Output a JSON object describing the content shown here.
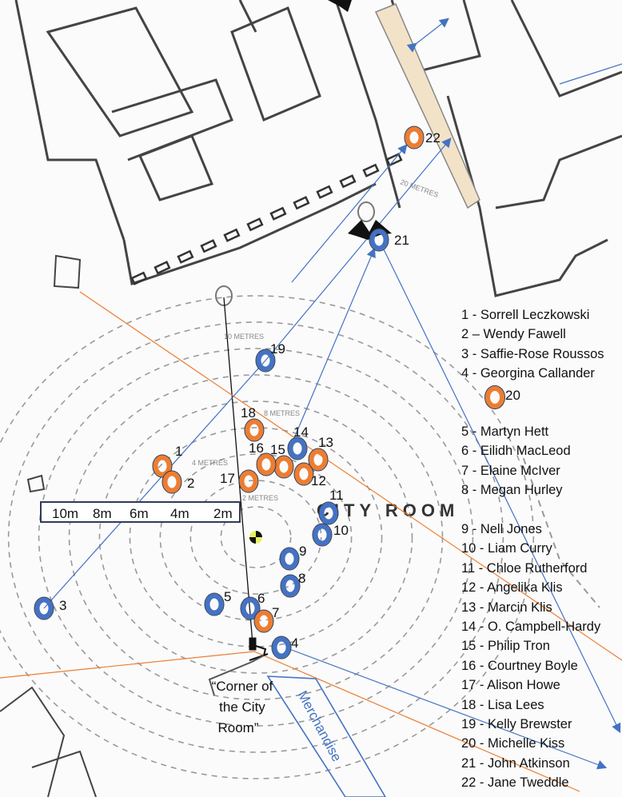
{
  "title_labels": {
    "city_room": "CITY ROOM",
    "ring_10m": "10 METRES",
    "ring_8m": "8 METRES",
    "ring_4m": "4 METRES",
    "ring_2m": "2 METRES",
    "ring_20m": "20 METRES",
    "corner_note": [
      "“Corner of",
      "the City",
      "Room”"
    ],
    "merchandise": "Merchandise"
  },
  "scale_bar": [
    "10m",
    "8m",
    "6m",
    "4m",
    "2m"
  ],
  "colors": {
    "blue": "#4472c4",
    "orange": "#ed7d31",
    "outline": "#2f3b55"
  },
  "markers": [
    {
      "id": "1",
      "color": "orange"
    },
    {
      "id": "2",
      "color": "orange"
    },
    {
      "id": "3",
      "color": "blue"
    },
    {
      "id": "4",
      "color": "blue"
    },
    {
      "id": "5",
      "color": "blue"
    },
    {
      "id": "6",
      "color": "blue"
    },
    {
      "id": "7",
      "color": "orange"
    },
    {
      "id": "8",
      "color": "blue"
    },
    {
      "id": "9",
      "color": "blue"
    },
    {
      "id": "10",
      "color": "blue"
    },
    {
      "id": "11",
      "color": "blue"
    },
    {
      "id": "12",
      "color": "orange"
    },
    {
      "id": "13",
      "color": "orange"
    },
    {
      "id": "14",
      "color": "blue"
    },
    {
      "id": "15",
      "color": "orange"
    },
    {
      "id": "16",
      "color": "orange"
    },
    {
      "id": "17",
      "color": "orange"
    },
    {
      "id": "18",
      "color": "orange"
    },
    {
      "id": "19",
      "color": "blue"
    },
    {
      "id": "21",
      "color": "blue"
    },
    {
      "id": "22",
      "color": "orange"
    }
  ],
  "legend": {
    "group1": [
      "1 - Sorrell Leczkowski",
      "2 – Wendy Fawell",
      "3 - Saffie-Rose Roussos",
      "4 - Georgina Callander"
    ],
    "key_marker": {
      "id": "20",
      "color": "orange"
    },
    "group2": [
      "5 - Martyn Hett",
      "6 - Eilidh MacLeod",
      "7 - Elaine McIver",
      "8 - Megan Hurley"
    ],
    "group3": [
      "9 - Nell Jones",
      "10 - Liam Curry",
      "11 - Chloe Rutherford",
      "12 - Angelika Klis",
      "13 - Marcin Klis",
      "14 - O. Campbell-Hardy",
      "15 - Philip Tron",
      "16 - Courtney Boyle",
      "17 - Alison Howe",
      "18 - Lisa Lees",
      "19 - Kelly Brewster",
      "20 - Michelle Kiss",
      "21 - John Atkinson",
      "22 - Jane Tweddle"
    ]
  }
}
